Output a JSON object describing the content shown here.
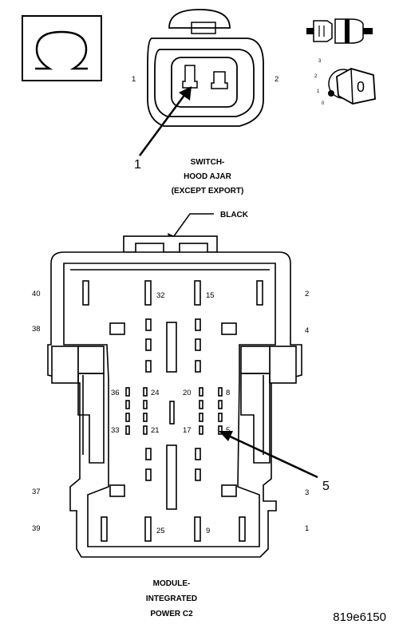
{
  "top_connector": {
    "caption": [
      "SWITCH-",
      "HOOD AJAR",
      "(EXCEPT EXPORT)"
    ],
    "pin_left": "1",
    "pin_right": "2",
    "callout": "1"
  },
  "ohm_symbol": "Ω",
  "key_switch": {
    "positions": [
      "3",
      "2",
      "1",
      "0"
    ],
    "key_label": "0"
  },
  "bottom_connector": {
    "color_label": "BLACK",
    "caption": [
      "MODULE-",
      "INTEGRATED",
      "POWER C2"
    ],
    "pins": {
      "p40": "40",
      "p32": "32",
      "p15": "15",
      "p2": "2",
      "p38": "38",
      "p4": "4",
      "p36": "36",
      "p24": "24",
      "p20": "20",
      "p8": "8",
      "p33": "33",
      "p21": "21",
      "p17": "17",
      "p5": "5",
      "p37": "37",
      "p3": "3",
      "p39": "39",
      "p25": "25",
      "p9": "9",
      "p1": "1"
    },
    "callout": "5"
  },
  "figure_id": "819e6150"
}
